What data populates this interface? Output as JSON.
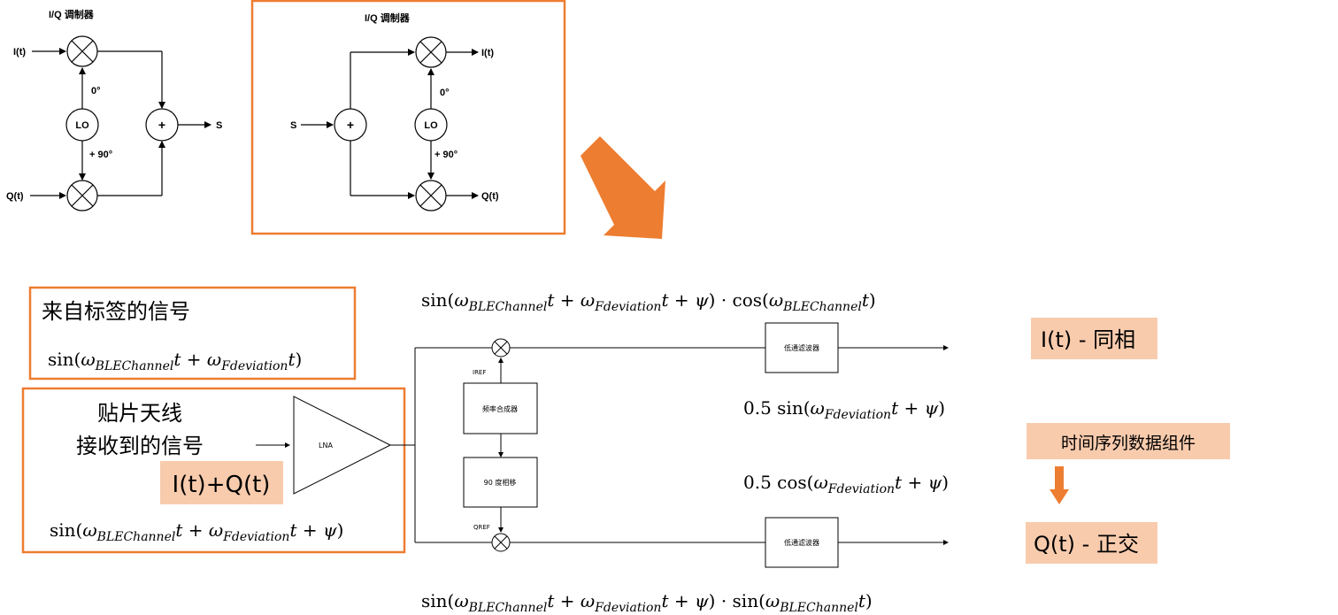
{
  "colors": {
    "accent": "#ed7d31",
    "highlight": "#f8cbad",
    "line": "#000000"
  },
  "top_left_diagram": {
    "title": "I/Q 调制器",
    "input_i": "I(t)",
    "input_q": "Q(t)",
    "lo": "LO",
    "phase_0": "0°",
    "phase_90": "+ 90°",
    "adder": "+",
    "output": "S"
  },
  "top_right_diagram": {
    "title": "I/Q 调制器",
    "input": "S",
    "adder": "+",
    "lo": "LO",
    "phase_0": "0°",
    "phase_90": "+ 90°",
    "output_i": "I(t)",
    "output_q": "Q(t)"
  },
  "tag_signal": {
    "title": "来自标签的信号"
  },
  "antenna": {
    "line1": "贴片天线",
    "line2": "接收到的信号",
    "iq_label": "I(t)+Q(t)"
  },
  "blocks": {
    "lna": "LNA",
    "synth": "频率合成器",
    "shift": "90 度相移",
    "iref": "IREF",
    "qref": "QREF",
    "lpf_top": "低通滤波器",
    "lpf_bottom": "低通滤波器"
  },
  "right_labels": {
    "i_out": "I(t) - 同相",
    "series": "时间序列数据组件",
    "q_out": "Q(t) - 正交"
  }
}
